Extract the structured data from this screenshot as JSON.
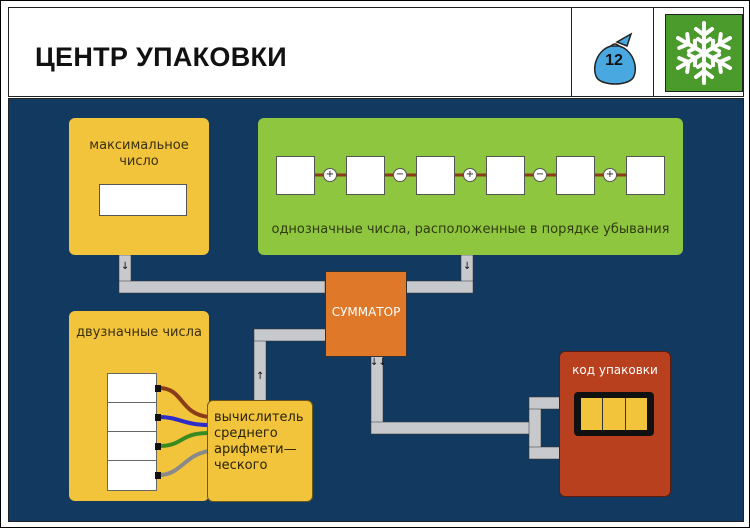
{
  "header": {
    "title": "ЦЕНТР УПАКОВКИ",
    "badge_number": "12",
    "snowflake_icon": "snowflake-icon"
  },
  "diagram": {
    "max_number_label": "максимальное число",
    "digits_caption": "однозначные числа, расположенные в порядке убывания",
    "operators": [
      "+",
      "−",
      "+",
      "−",
      "+"
    ],
    "adder_label": "СУММАТОР",
    "two_digit_label": "двузначные числа",
    "average_label": "вычислитель среднего арифмети— ческого",
    "code_label": "код упаковки",
    "colors": {
      "background": "#123a60",
      "yellow": "#f2c43c",
      "green": "#8fc63f",
      "orange": "#e0782a",
      "code_box": "#b8401f",
      "pipe": "#c7c9cc",
      "wire_brown": "#8a3b17",
      "wire_blue": "#2e2cc9",
      "wire_green": "#3a8a22",
      "wire_gray": "#8a8a8a"
    }
  }
}
